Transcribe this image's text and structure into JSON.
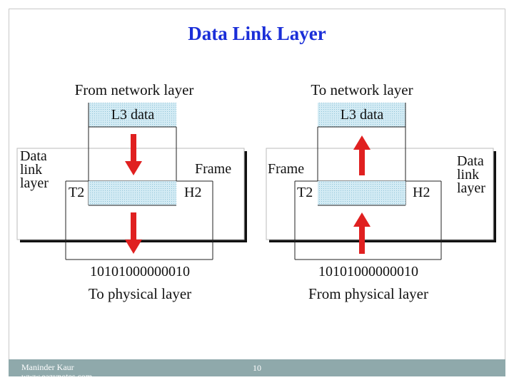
{
  "slide": {
    "title": "Data Link Layer",
    "footer_author": "Maninder Kaur",
    "footer_url": "www.eazynotes.com",
    "page_number": "10"
  },
  "left_panel": {
    "top_label": "From network layer",
    "packet_label": "L3 data",
    "layer_name_line1": "Data",
    "layer_name_line2": "link",
    "layer_name_line3": "layer",
    "frame_label": "Frame",
    "trailer_label": "T2",
    "header_label": "H2",
    "bits": "10101000000010",
    "bottom_label": "To physical layer",
    "arrow_direction": "down"
  },
  "right_panel": {
    "top_label": "To network layer",
    "packet_label": "L3 data",
    "layer_name_line1": "Data",
    "layer_name_line2": "link",
    "layer_name_line3": "layer",
    "frame_label": "Frame",
    "trailer_label": "T2",
    "header_label": "H2",
    "bits": "10101000000010",
    "bottom_label": "From physical layer",
    "arrow_direction": "up"
  },
  "colors": {
    "title": "#1a2ed8",
    "packet_fill": "#cfe8f2",
    "arrow": "#e02020",
    "footer_bar": "#8fa9ab"
  }
}
